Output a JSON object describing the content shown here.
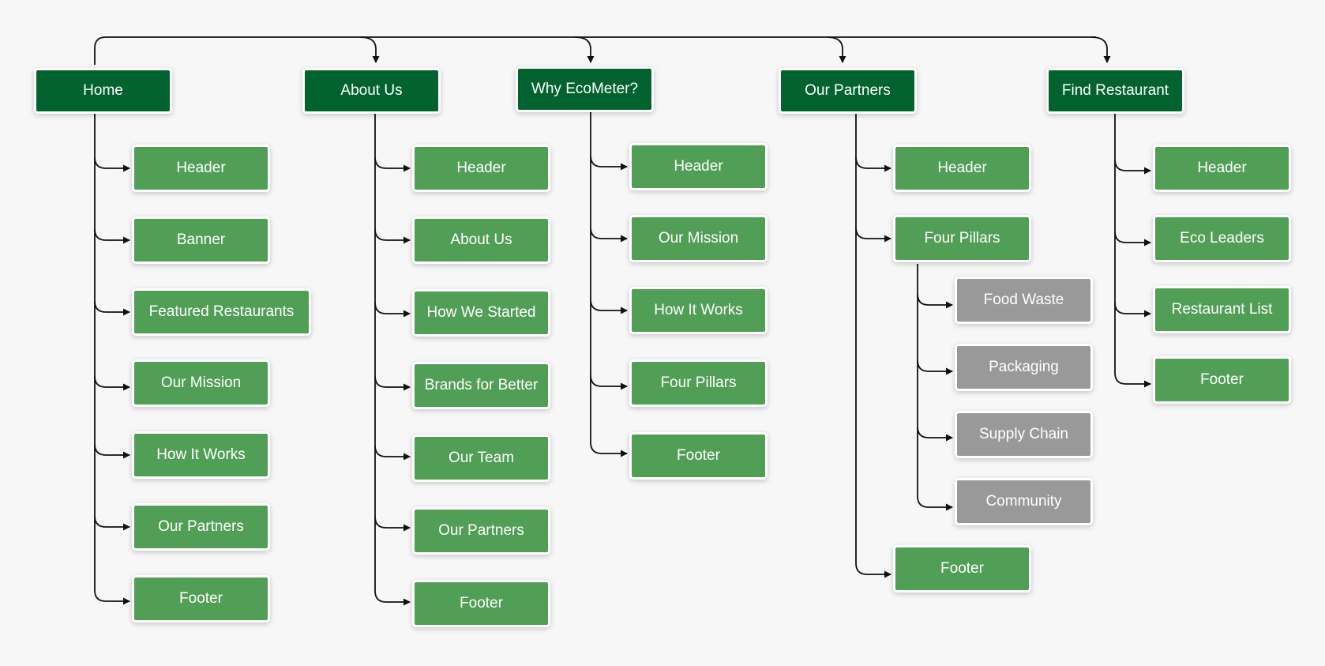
{
  "sitemap": {
    "pages": [
      {
        "label": "Home",
        "sections": [
          {
            "label": "Header"
          },
          {
            "label": "Banner"
          },
          {
            "label": "Featured Restaurants"
          },
          {
            "label": "Our Mission"
          },
          {
            "label": "How It Works"
          },
          {
            "label": "Our Partners"
          },
          {
            "label": "Footer"
          }
        ]
      },
      {
        "label": "About Us",
        "sections": [
          {
            "label": "Header"
          },
          {
            "label": "About Us"
          },
          {
            "label": "How We Started"
          },
          {
            "label": "Brands for Better"
          },
          {
            "label": "Our Team"
          },
          {
            "label": "Our Partners"
          },
          {
            "label": "Footer"
          }
        ]
      },
      {
        "label": "Why EcoMeter?",
        "sections": [
          {
            "label": "Header"
          },
          {
            "label": "Our Mission"
          },
          {
            "label": "How It Works"
          },
          {
            "label": "Four Pillars"
          },
          {
            "label": "Footer"
          }
        ]
      },
      {
        "label": "Our Partners",
        "sections": [
          {
            "label": "Header"
          },
          {
            "label": "Four Pillars",
            "children": [
              {
                "label": "Food Waste"
              },
              {
                "label": "Packaging"
              },
              {
                "label": "Supply Chain"
              },
              {
                "label": "Community"
              }
            ]
          },
          {
            "label": "Footer"
          }
        ]
      },
      {
        "label": "Find Restaurant",
        "sections": [
          {
            "label": "Header"
          },
          {
            "label": "Eco Leaders"
          },
          {
            "label": "Restaurant List"
          },
          {
            "label": "Footer"
          }
        ]
      }
    ]
  },
  "colors": {
    "page": "#03632f",
    "section": "#519e56",
    "subsection": "#999999",
    "connector": "#111111",
    "background": "#f7f7f7"
  }
}
